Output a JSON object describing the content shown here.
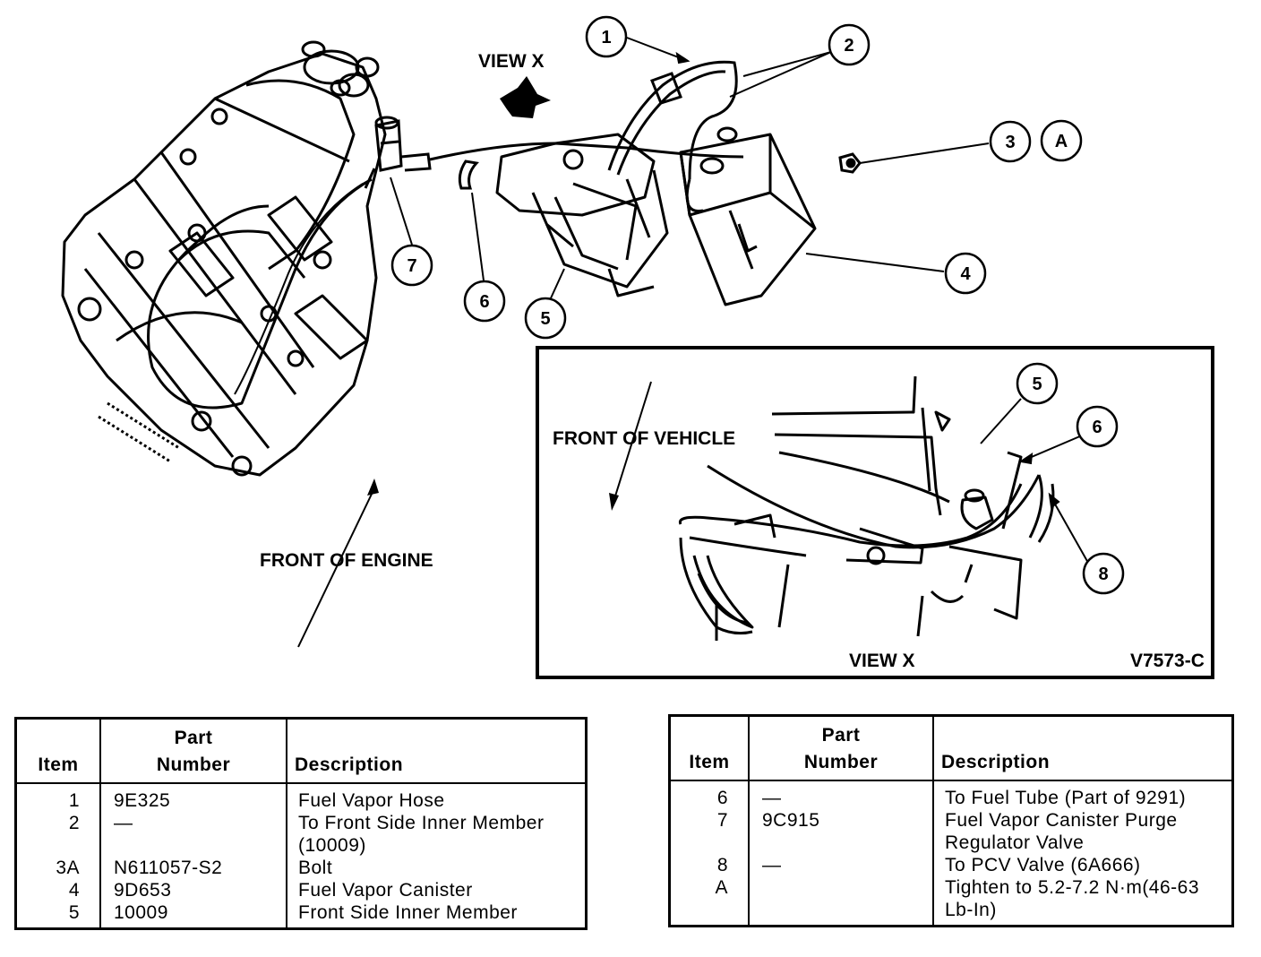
{
  "diagram": {
    "labels": {
      "view_x_top": "VIEW X",
      "front_of_engine": "FRONT OF ENGINE",
      "front_of_vehicle": "FRONT OF VEHICLE",
      "view_x_inset": "VIEW X",
      "figure_code": "V7573-C"
    },
    "callouts": [
      "1",
      "2",
      "3",
      "A",
      "4",
      "5",
      "6",
      "7",
      "8"
    ]
  },
  "tables": {
    "headers": {
      "item": "Item",
      "part_line1": "Part",
      "part_line2": "Number",
      "description": "Description"
    },
    "left": [
      {
        "item": "1",
        "part": "9E325",
        "desc": "Fuel Vapor Hose",
        "desc2": ""
      },
      {
        "item": "2",
        "part": "—",
        "desc": "To Front Side Inner Member",
        "desc2": "(10009)"
      },
      {
        "item": "3A",
        "part": "N611057-S2",
        "desc": "Bolt",
        "desc2": ""
      },
      {
        "item": "4",
        "part": "9D653",
        "desc": "Fuel Vapor Canister",
        "desc2": ""
      },
      {
        "item": "5",
        "part": "10009",
        "desc": "Front Side Inner Member",
        "desc2": ""
      }
    ],
    "right": [
      {
        "item": "6",
        "part": "—",
        "desc": "To Fuel Tube (Part of 9291)",
        "desc2": ""
      },
      {
        "item": "7",
        "part": "9C915",
        "desc": "Fuel Vapor Canister Purge",
        "desc2": "Regulator Valve"
      },
      {
        "item": "8",
        "part": "—",
        "desc": "To PCV Valve (6A666)",
        "desc2": ""
      },
      {
        "item": "A",
        "part": "",
        "desc": "Tighten to 5.2-7.2 N·m(46-63",
        "desc2": "Lb-In)"
      }
    ]
  }
}
